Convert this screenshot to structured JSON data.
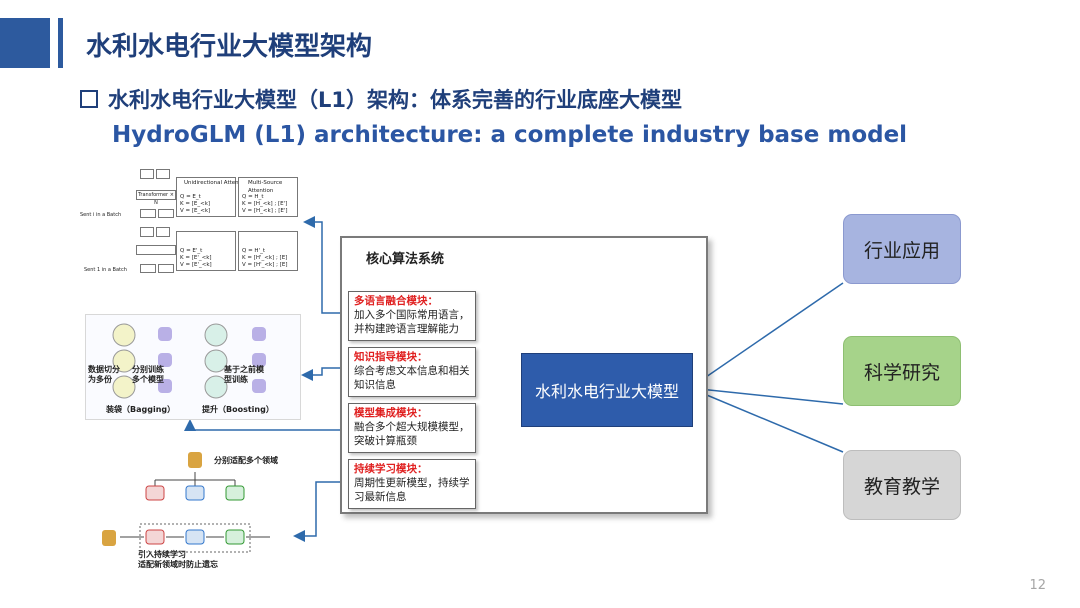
{
  "header": {
    "title": "水利水电行业大模型架构",
    "subtitle_cn": "水利水电行业大模型（L1）架构：体系完善的行业底座大模型",
    "subtitle_en": "HydroGLM (L1) architecture: a complete industry base model"
  },
  "core_system": {
    "title": "核心算法系统",
    "modules": [
      {
        "title": "多语言融合模块：",
        "desc": [
          "加入多个国际常用语言，",
          "并构建跨语言理解能力"
        ]
      },
      {
        "title": "知识指导模块：",
        "desc": [
          "综合考虑文本信息和相关",
          "知识信息"
        ]
      },
      {
        "title": "模型集成模块：",
        "desc": [
          "融合多个超大规模模型，",
          "突破计算瓶颈"
        ]
      },
      {
        "title": "持续学习模块：",
        "desc": [
          "周期性更新模型，持续学",
          "习最新信息"
        ]
      }
    ],
    "center": "水利水电行业大模型"
  },
  "applications": [
    "行业应用",
    "科学研究",
    "教育教学"
  ],
  "figure_attention": {
    "labels": [
      "Unidirectional Attention",
      "Multi-Source Attention",
      "Q = E_t",
      "K = [E_<k]",
      "V = [E_<k]",
      "Q = H_t",
      "K = [H_<k] ; [E']",
      "V = [H_<k] ; [E']",
      "Q = E'_t",
      "K = [E'_<k]",
      "V = [E'_<k]",
      "Q = H'_t",
      "K = [H'_<k] ; [E]",
      "V = [H'_<k] ; [E]",
      "Transformer × N",
      "Sent i in a Batch",
      "Sent 1 in a Batch"
    ]
  },
  "figure_ensemble": {
    "labels": [
      "数据切分为多份",
      "分别训练多个模型",
      "基于之前模型训练",
      "装袋（Bagging）",
      "提升（Boosting）"
    ]
  },
  "figure_continual": {
    "labels": [
      "分别适配多个领域",
      "引入持续学习",
      "适配新领域时防止遗忘"
    ]
  },
  "page_number": "12",
  "colors": {
    "brand": "#2d5a9e",
    "center_box": "#2e5cab",
    "module_title": "#e02020",
    "connector": "#2e6aab"
  }
}
